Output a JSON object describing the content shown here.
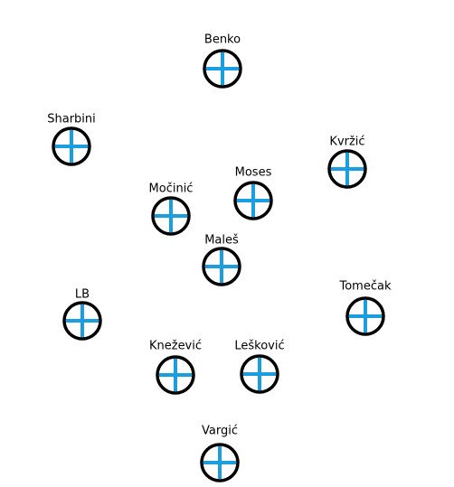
{
  "colors": {
    "ring": "#000000",
    "cross": "#1a9ee0",
    "fill": "#ffffff",
    "text": "#000000"
  },
  "players": [
    {
      "id": "benko",
      "name": "Benko"
    },
    {
      "id": "sharbini",
      "name": "Sharbini"
    },
    {
      "id": "kvrzic",
      "name": "Kvržić"
    },
    {
      "id": "moses",
      "name": "Moses"
    },
    {
      "id": "mocinic",
      "name": "Močinić"
    },
    {
      "id": "males",
      "name": "Maleš"
    },
    {
      "id": "lb",
      "name": "LB"
    },
    {
      "id": "tomecak",
      "name": "Tomečak"
    },
    {
      "id": "knezevic",
      "name": "Knežević"
    },
    {
      "id": "leskovic",
      "name": "Lešković"
    },
    {
      "id": "vargic",
      "name": "Vargić"
    }
  ]
}
